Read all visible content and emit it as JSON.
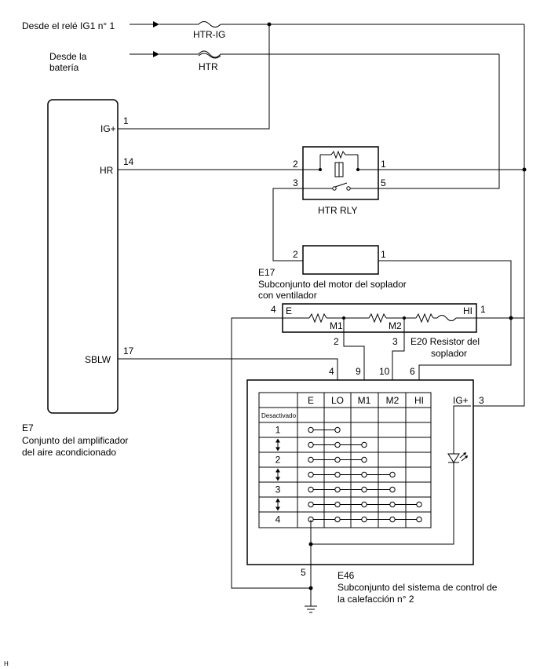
{
  "sources": {
    "ig1_relay": "Desde el relé IG1 n° 1",
    "battery_line1": "Desde la",
    "battery_line2": "batería"
  },
  "fuses": {
    "htr_ig": "HTR-IG",
    "htr": "HTR"
  },
  "amplifier": {
    "code": "E7",
    "name_line1": "Conjunto del amplificador",
    "name_line2": "del aire acondicionado",
    "pins": {
      "ig_plus_label": "IG+",
      "ig_plus_num": "1",
      "hr_label": "HR",
      "hr_num": "14",
      "sblw_label": "SBLW",
      "sblw_num": "17"
    }
  },
  "relay": {
    "name": "HTR RLY",
    "pin_2": "2",
    "pin_1": "1",
    "pin_3": "3",
    "pin_5": "5"
  },
  "motor": {
    "code": "E17",
    "name_line1": "Subconjunto del motor del soplador",
    "name_line2": "con ventilador",
    "pin_2": "2",
    "pin_1": "1"
  },
  "resistor": {
    "code": "E20 Resistor del",
    "name_line2": "soplador",
    "pin_4": "4",
    "pin_1": "1",
    "pin_2": "2",
    "pin_3": "3",
    "label_e": "E",
    "label_m1": "M1",
    "label_m2": "M2",
    "label_hi": "HI"
  },
  "control": {
    "code": "E46",
    "name_line1": "Subconjunto del sistema de control de",
    "name_line2": "la calefacción n° 2",
    "pin_4": "4",
    "pin_9": "9",
    "pin_10": "10",
    "pin_6": "6",
    "pin_3": "3",
    "pin_5": "5",
    "ig_plus": "IG+",
    "table_headers": [
      "E",
      "LO",
      "M1",
      "M2",
      "HI"
    ],
    "off_label": "Desactivado",
    "rows": [
      {
        "label": "1",
        "span": [
          0,
          1
        ]
      },
      {
        "label": "",
        "span": [
          0,
          2
        ]
      },
      {
        "label": "2",
        "span": [
          0,
          2
        ]
      },
      {
        "label": "",
        "span": [
          0,
          3
        ]
      },
      {
        "label": "3",
        "span": [
          0,
          3
        ]
      },
      {
        "label": "",
        "span": [
          0,
          4
        ]
      },
      {
        "label": "4",
        "span": [
          0,
          4
        ]
      }
    ]
  },
  "footer_mark": "H"
}
